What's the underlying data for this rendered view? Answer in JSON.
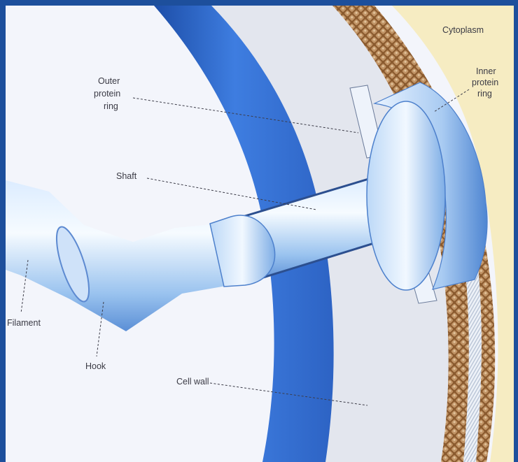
{
  "labels": {
    "cytoplasm": "Cytoplasm",
    "inner_ring": [
      "Inner",
      "protein",
      "ring"
    ],
    "outer_ring": [
      "Outer",
      "protein",
      "ring"
    ],
    "shaft": "Shaft",
    "filament": "Filament",
    "hook": "Hook",
    "cell_wall": "Cell wall"
  },
  "colors": {
    "slide_frame": "#1d4f9c",
    "cytoplasm": "#f6ecc2",
    "background": "#f3f5fb",
    "outer_membrane": "#2c62c8",
    "membrane_pattern": "#a4764a",
    "structure_light": "#e8f2ff",
    "structure_mid": "#9cc4f0",
    "structure_dark": "#4f86d2"
  }
}
